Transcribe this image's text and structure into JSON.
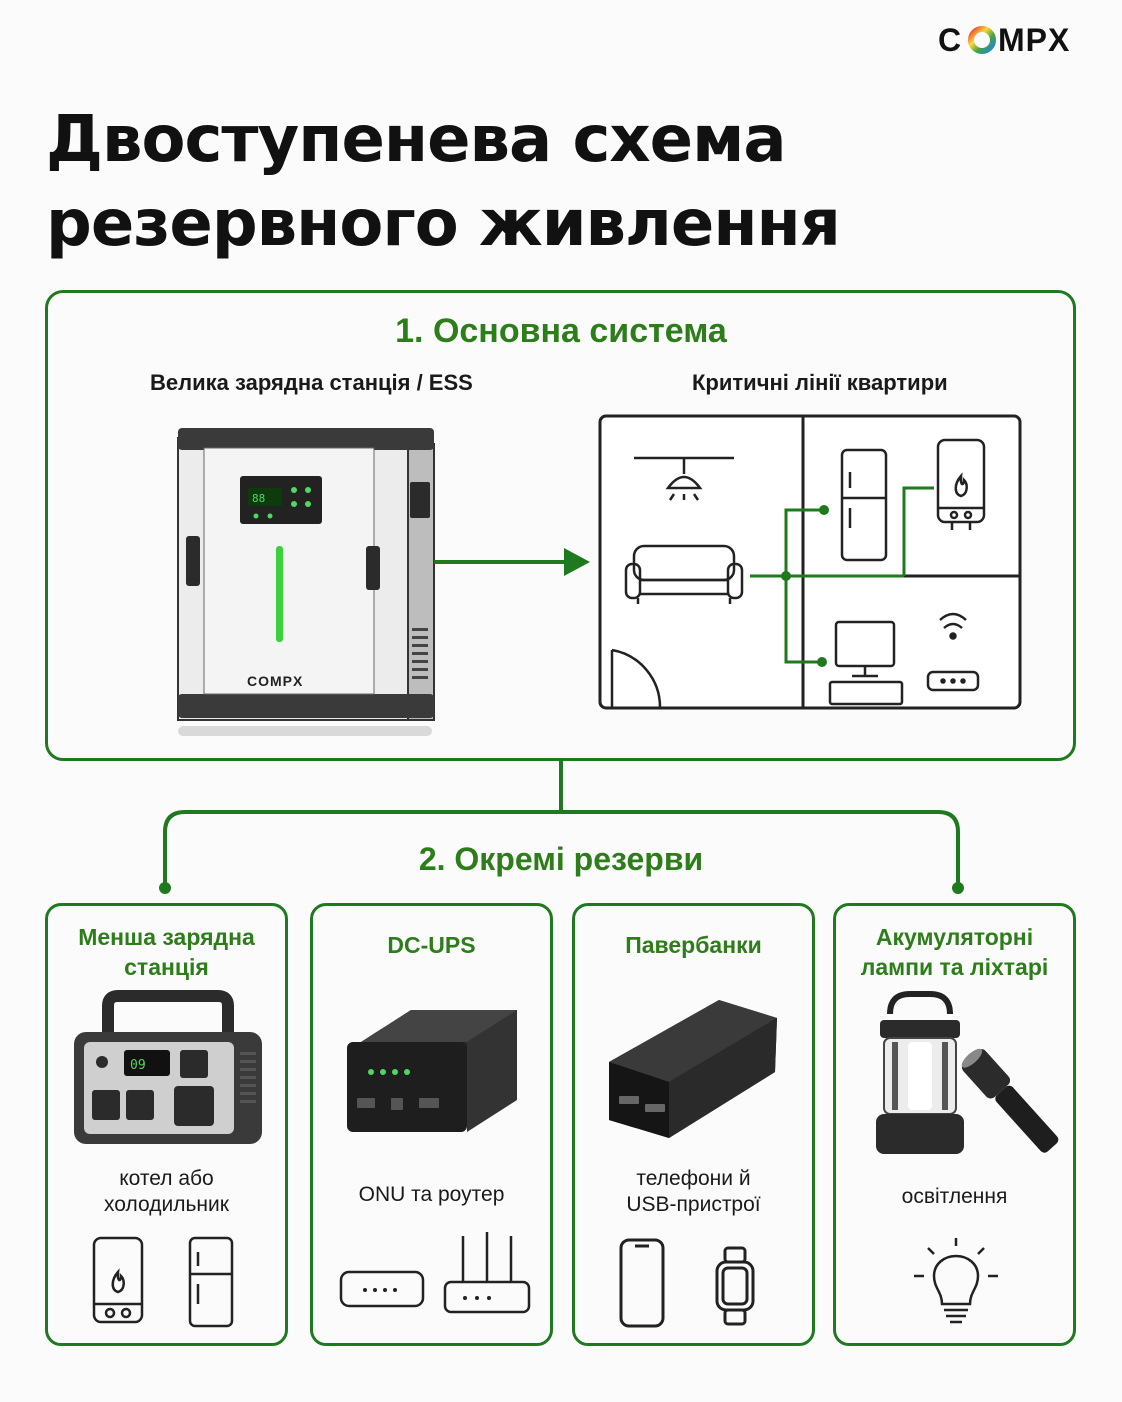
{
  "brand": {
    "logo_text": "COMPX"
  },
  "title": {
    "line1": "Двоступенева схема",
    "line2": "резервного живлення"
  },
  "primary": {
    "heading": "1. Основна система",
    "station_label": "Велика зарядна станція / ESS",
    "lines_label": "Критичні лінії квартири",
    "station_logo": "COMPX"
  },
  "secondary": {
    "heading": "2. Окремі резерви",
    "cards": [
      {
        "title_l1": "Менша зарядна",
        "title_l2": "станція",
        "desc_l1": "котел або",
        "desc_l2": "холодильник",
        "icons": [
          "water-heater-icon",
          "fridge-icon"
        ]
      },
      {
        "title_l1": "DC-UPS",
        "title_l2": "",
        "desc_l1": "ONU та роутер",
        "desc_l2": "",
        "icons": [
          "onu-icon",
          "router-icon"
        ]
      },
      {
        "title_l1": "Павербанки",
        "title_l2": "",
        "desc_l1": "телефони й",
        "desc_l2": "USB-пристрої",
        "icons": [
          "smartphone-icon",
          "smartwatch-icon"
        ]
      },
      {
        "title_l1": "Акумуляторні",
        "title_l2": "лампи та ліхтарі",
        "desc_l1": "освітлення",
        "desc_l2": "",
        "icons": [
          "light-bulb-icon"
        ]
      }
    ]
  },
  "colors": {
    "accent_green": "#1f7a1f",
    "heading_green": "#2d7d1b",
    "text": "#111111",
    "background": "#fbfbfb"
  }
}
